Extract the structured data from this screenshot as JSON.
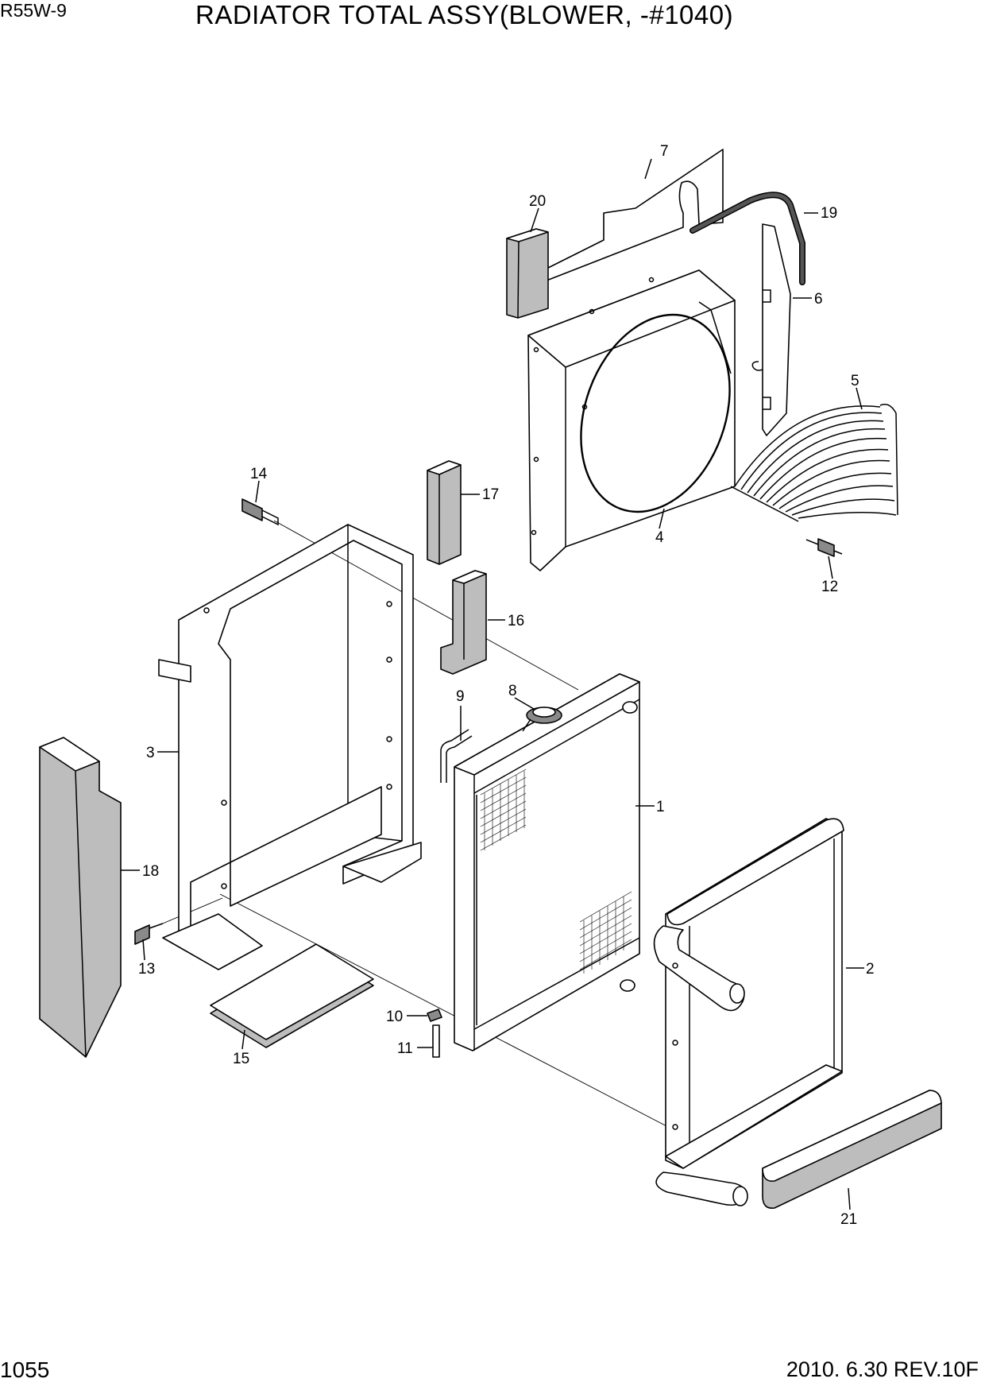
{
  "header": {
    "model": "R55W-9",
    "title": "RADIATOR TOTAL ASSY(BLOWER, -#1040)"
  },
  "footer": {
    "page_number": "1055",
    "revision": "2010. 6.30  REV.10F"
  },
  "callouts": [
    {
      "id": "1",
      "text": "1"
    },
    {
      "id": "2",
      "text": "2"
    },
    {
      "id": "3",
      "text": "3"
    },
    {
      "id": "4",
      "text": "4"
    },
    {
      "id": "5",
      "text": "5"
    },
    {
      "id": "6",
      "text": "6"
    },
    {
      "id": "7",
      "text": "7"
    },
    {
      "id": "8",
      "text": "8"
    },
    {
      "id": "9",
      "text": "9"
    },
    {
      "id": "10",
      "text": "10"
    },
    {
      "id": "11",
      "text": "11"
    },
    {
      "id": "12",
      "text": "12"
    },
    {
      "id": "13",
      "text": "13"
    },
    {
      "id": "14",
      "text": "14"
    },
    {
      "id": "15",
      "text": "15"
    },
    {
      "id": "16",
      "text": "16"
    },
    {
      "id": "17",
      "text": "17"
    },
    {
      "id": "18",
      "text": "18"
    },
    {
      "id": "19",
      "text": "19"
    },
    {
      "id": "20",
      "text": "20"
    },
    {
      "id": "21",
      "text": "21"
    }
  ]
}
